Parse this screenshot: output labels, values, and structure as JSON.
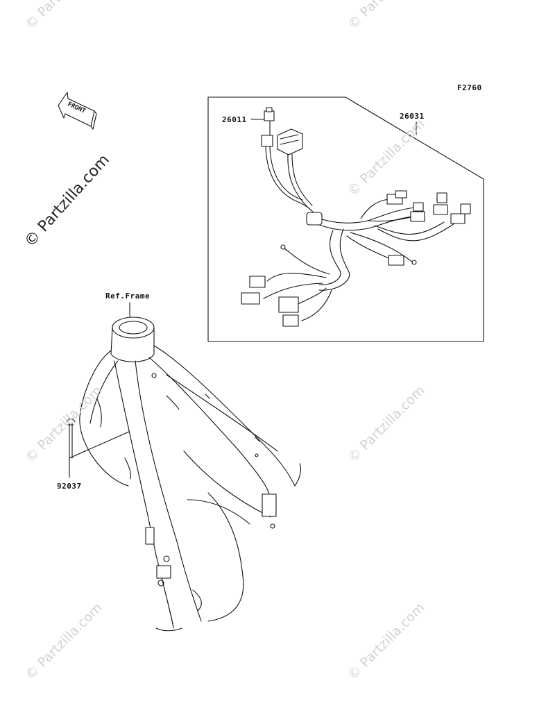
{
  "figure_code": "F2760",
  "ref_label": "Ref.Frame",
  "front_label": "FRONT",
  "parts": {
    "p26011": "26011",
    "p26031": "26031",
    "p92037": "92037"
  },
  "watermarks": {
    "main": "© Partzilla.com",
    "faint": "© Partzilla.com"
  },
  "colors": {
    "ink": "#111111",
    "watermark": "#d2d2d2"
  }
}
